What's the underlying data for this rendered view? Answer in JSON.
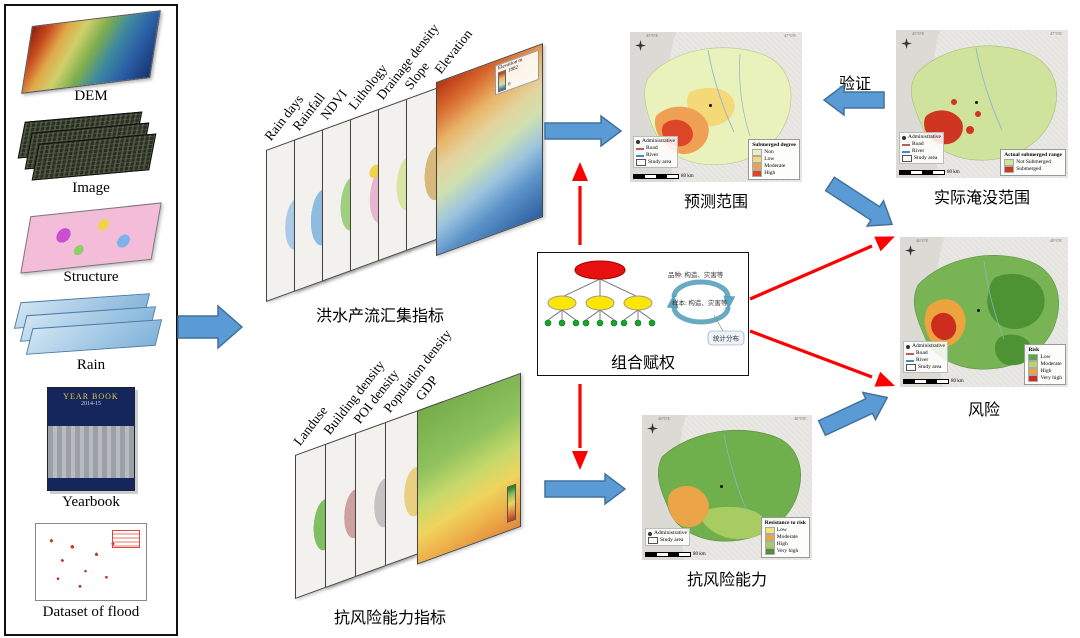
{
  "colors": {
    "arrow_blue": "#5b9bd5",
    "arrow_blue_dark": "#41719c",
    "arrow_red": "#fe0000"
  },
  "left_panel": {
    "items": [
      {
        "label": "DEM"
      },
      {
        "label": "Image"
      },
      {
        "label": "Structure"
      },
      {
        "label": "Rain"
      },
      {
        "label": "Yearbook",
        "cover_title": "YEAR BOOK",
        "cover_subtitle": "2014-15"
      },
      {
        "label": "Dataset of flood"
      }
    ]
  },
  "flood_stack": {
    "caption": "洪水产流汇集指标",
    "layers": [
      "Rain days",
      "Rainfall",
      "NDVI",
      "Lithology",
      "Drainage density",
      "Slope",
      "Elevation"
    ],
    "elevation_legend": {
      "title": "Elevation m",
      "max": "1882",
      "min": "0"
    }
  },
  "resistance_stack": {
    "caption": "抗风险能力指标",
    "layers": [
      "Landuse",
      "Building density",
      "POI density",
      "Population density",
      "GDP"
    ]
  },
  "weighting": {
    "caption": "组合赋权",
    "bubble_top": "品种: 构造、灾害等",
    "bubble_mid": "样本: 构造、灾害等",
    "callout": "统计分布"
  },
  "validation_label": "验证",
  "maps": {
    "predicted": {
      "caption": "预测范围",
      "legend_title": "Submerged degree",
      "legend": [
        {
          "label": "Non",
          "color": "#e9f2bb"
        },
        {
          "label": "Low",
          "color": "#f5d878"
        },
        {
          "label": "Moderate",
          "color": "#f0a055"
        },
        {
          "label": "High",
          "color": "#dd4529"
        }
      ],
      "base_legend": [
        "Administrative",
        "Road",
        "River",
        "Study area"
      ],
      "scale": "80 km",
      "ticks": [
        "45°0'E",
        "47°0'E"
      ]
    },
    "actual": {
      "caption": "实际淹没范围",
      "legend_title": "Actual submerged range",
      "legend": [
        {
          "label": "Not Submerged",
          "color": "#cfe39c"
        },
        {
          "label": "Submerged",
          "color": "#d03522"
        }
      ],
      "base_legend": [
        "Administrative",
        "Road",
        "River",
        "Study area"
      ],
      "scale": "80 km",
      "ticks": [
        "45°0'E",
        "47°0'E"
      ]
    },
    "risk": {
      "caption": "风险",
      "legend_title": "Risk",
      "legend": [
        {
          "label": "Low",
          "color": "#5ea545"
        },
        {
          "label": "Moderate",
          "color": "#b8d46a"
        },
        {
          "label": "High",
          "color": "#eda43f"
        },
        {
          "label": "Very high",
          "color": "#cc2d1e"
        }
      ],
      "base_legend": [
        "Administrative",
        "Road",
        "River",
        "Study area"
      ],
      "scale": "80 km",
      "ticks": [
        "46°0'E",
        "48°0'E"
      ]
    },
    "resistance": {
      "caption": "抗风险能力",
      "legend_title": "Resistance to risk",
      "legend": [
        {
          "label": "Low",
          "color": "#f5e27a"
        },
        {
          "label": "Moderate",
          "color": "#eca448"
        },
        {
          "label": "High",
          "color": "#a8cc62"
        },
        {
          "label": "Very high",
          "color": "#4e9333"
        }
      ],
      "base_legend": [
        "Administrative",
        "Study area"
      ],
      "scale": "80 km",
      "ticks": [
        "46°0'E",
        "48°0'E"
      ]
    }
  }
}
